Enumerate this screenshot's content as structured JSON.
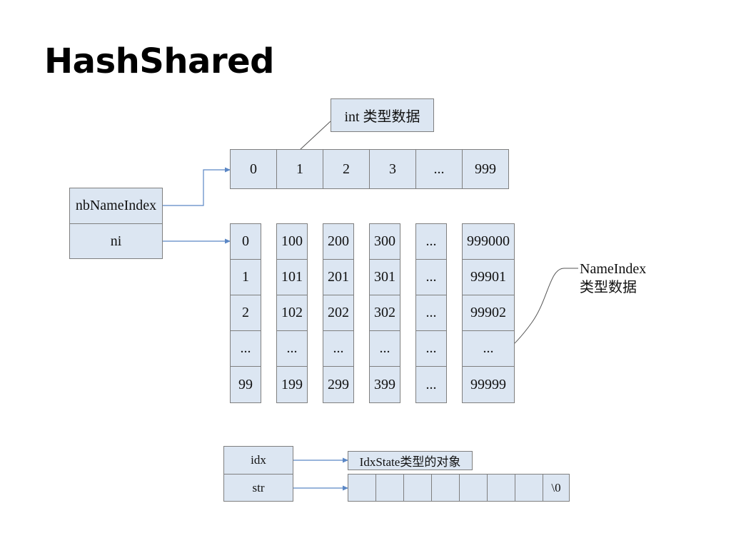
{
  "title": "HashShared",
  "int_callout": "int 类型数据",
  "top_row": [
    "0",
    "1",
    "2",
    "3",
    "...",
    "999"
  ],
  "struct_fields": [
    "nbNameIndex",
    "ni"
  ],
  "grid_columns": [
    [
      "0",
      "1",
      "2",
      "...",
      "99"
    ],
    [
      "100",
      "101",
      "102",
      "...",
      "199"
    ],
    [
      "200",
      "201",
      "202",
      "...",
      "299"
    ],
    [
      "300",
      "301",
      "302",
      "...",
      "399"
    ],
    [
      "...",
      "...",
      "...",
      "...",
      "..."
    ],
    [
      "999000",
      "99901",
      "99902",
      "...",
      "99999"
    ]
  ],
  "nameindex_callout": [
    "NameIndex",
    "类型数据"
  ],
  "bottom_fields": [
    "idx",
    "str"
  ],
  "idxstate_label": "IdxState类型的对象",
  "str_cells": [
    "",
    "",
    "",
    "",
    "",
    "",
    "",
    "\\0"
  ],
  "colors": {
    "cell_fill": "#dce6f2",
    "cell_border": "#7f7f7f",
    "arrow": "#5b87c5",
    "callout_line": "#555555"
  }
}
